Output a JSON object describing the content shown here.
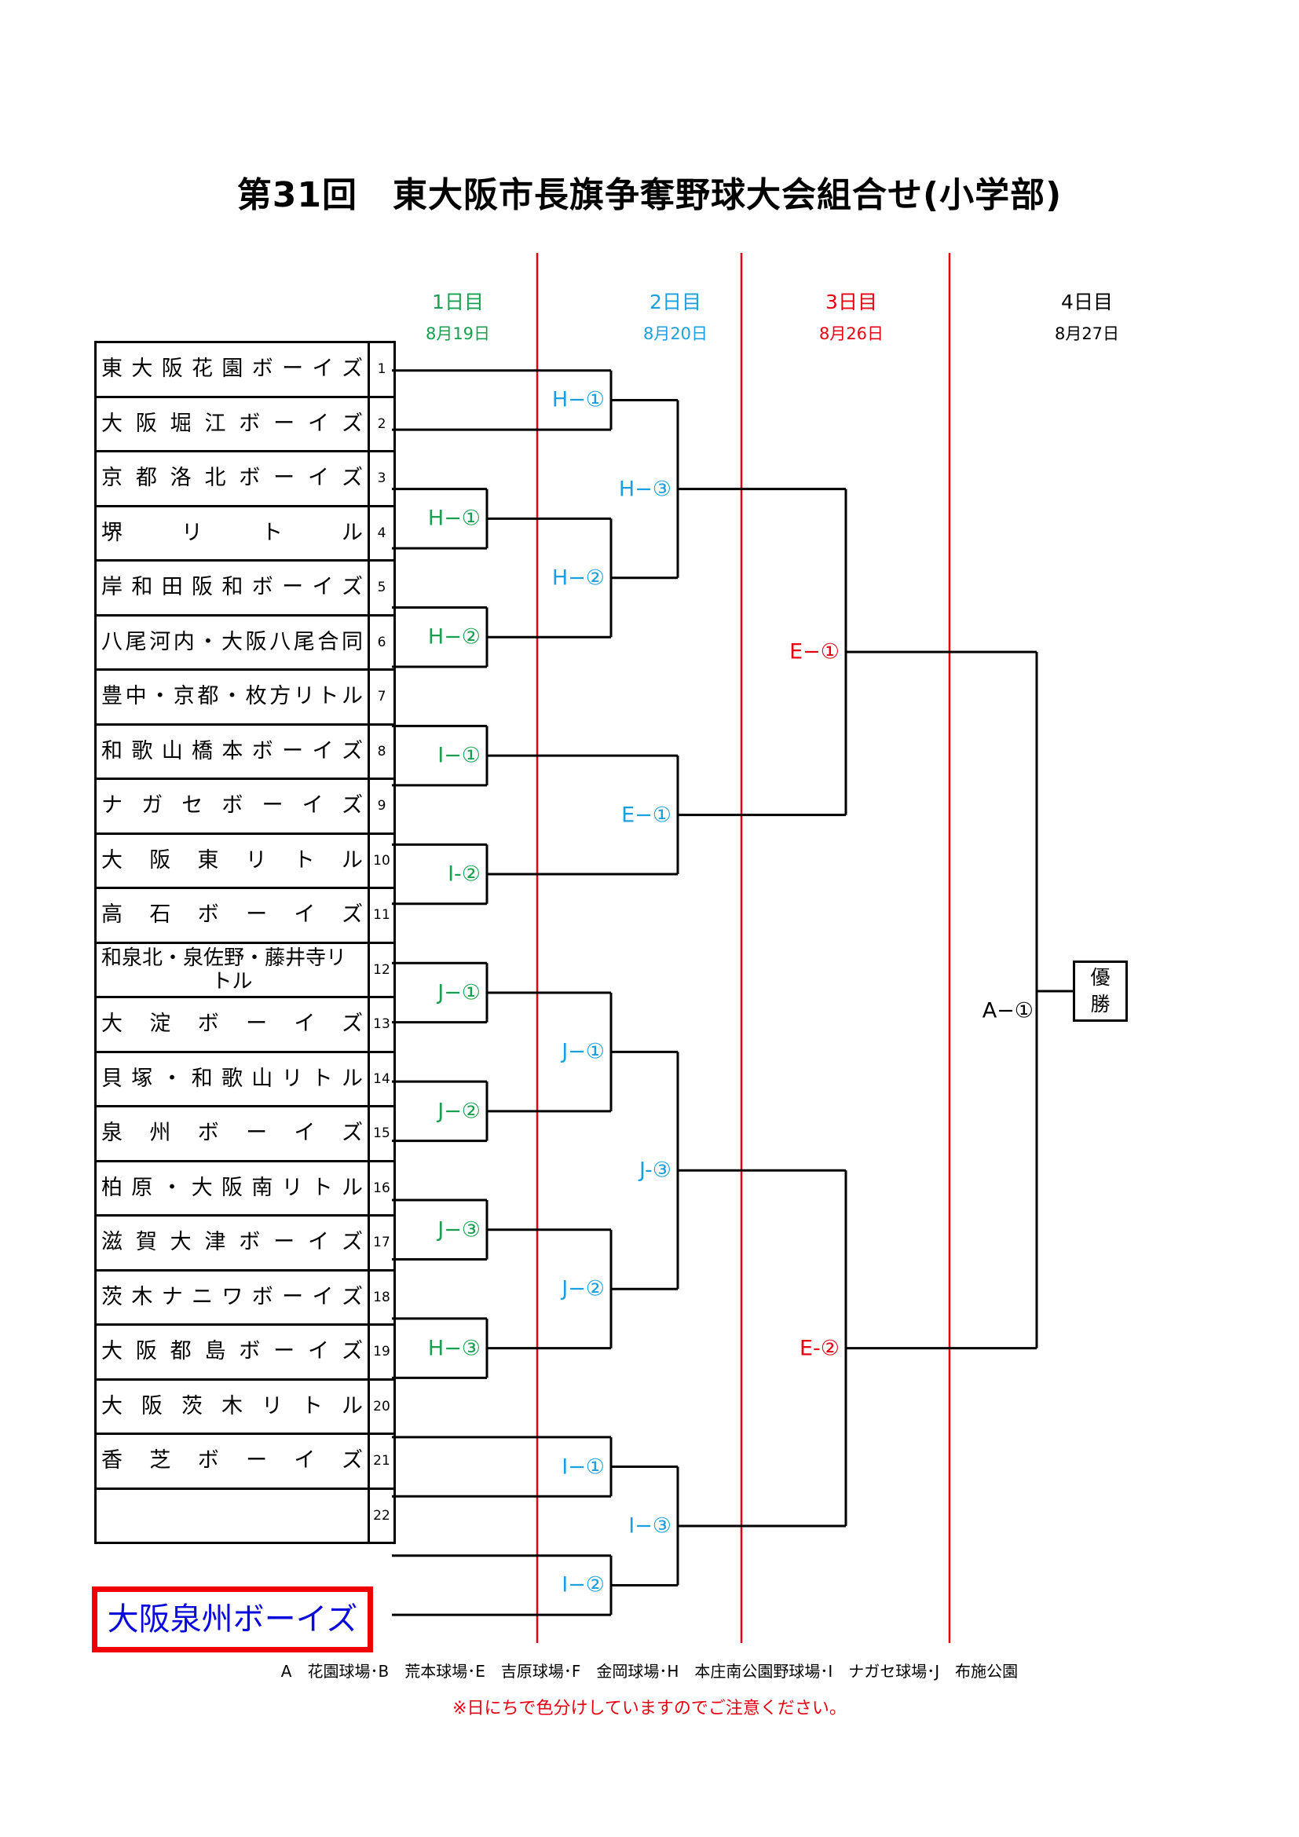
{
  "title": "第31回　東大阪市長旗争奪野球大会組合せ(小学部)",
  "colors": {
    "day1": "#17a050",
    "day2": "#1aa0e0",
    "day3": "#e60012",
    "day4": "#000000",
    "divider": "#e60012",
    "highlight_border": "#f00000",
    "highlight_text": "#0a0adc"
  },
  "days": [
    {
      "label": "1日目",
      "date": "8月19日"
    },
    {
      "label": "2日目",
      "date": "8月20日"
    },
    {
      "label": "3日目",
      "date": "8月26日"
    },
    {
      "label": "4日目",
      "date": "8月27日"
    }
  ],
  "teams": [
    {
      "num": "1",
      "name": "東大阪花園ボーイズ"
    },
    {
      "num": "2",
      "name": "大阪堀江ボーイズ"
    },
    {
      "num": "3",
      "name": "京都洛北ボーイズ"
    },
    {
      "num": "4",
      "name": "堺リトル"
    },
    {
      "num": "5",
      "name": "岸和田阪和ボーイズ"
    },
    {
      "num": "6",
      "name": "八尾河内・大阪八尾合同"
    },
    {
      "num": "7",
      "name": "豊中・京都・枚方リトル"
    },
    {
      "num": "8",
      "name": "和歌山橋本ボーイズ"
    },
    {
      "num": "9",
      "name": "ナガセボーイズ"
    },
    {
      "num": "10",
      "name": "大阪東リトル"
    },
    {
      "num": "11",
      "name": "高石ボーイズ"
    },
    {
      "num": "12",
      "name": "和泉北・泉佐野・藤井寺リトル"
    },
    {
      "num": "13",
      "name": "大淀ボーイズ"
    },
    {
      "num": "14",
      "name": "貝塚・和歌山リトル"
    },
    {
      "num": "15",
      "name": "泉州ボーイズ"
    },
    {
      "num": "16",
      "name": "柏原・大阪南リトル"
    },
    {
      "num": "17",
      "name": "滋賀大津ボーイズ"
    },
    {
      "num": "18",
      "name": "茨木ナニワボーイズ"
    },
    {
      "num": "19",
      "name": "大阪都島ボーイズ"
    },
    {
      "num": "20",
      "name": "大阪茨木リトル"
    },
    {
      "num": "21",
      "name": "香芝ボーイズ"
    },
    {
      "num": "22",
      "name": "大阪泉州ボーイズ",
      "highlighted": true
    }
  ],
  "matches": {
    "day1": [
      {
        "id": "d1-h1",
        "label": "H−①",
        "teams": [
          "3",
          "4"
        ]
      },
      {
        "id": "d1-h2",
        "label": "H−②",
        "teams": [
          "5",
          "6"
        ]
      },
      {
        "id": "d1-i1",
        "label": "I−①",
        "teams": [
          "7",
          "8"
        ]
      },
      {
        "id": "d1-i2",
        "label": "I-②",
        "teams": [
          "9",
          "10"
        ]
      },
      {
        "id": "d1-j1",
        "label": "J−①",
        "teams": [
          "11",
          "12"
        ]
      },
      {
        "id": "d1-j2",
        "label": "J−②",
        "teams": [
          "13",
          "14"
        ]
      },
      {
        "id": "d1-j3",
        "label": "J−③",
        "teams": [
          "15",
          "16"
        ]
      },
      {
        "id": "d1-h3",
        "label": "H−③",
        "teams": [
          "17",
          "18"
        ]
      }
    ],
    "day2_first": [
      {
        "id": "d2-h1",
        "label": "H−①",
        "from": [
          "t1",
          "t2"
        ]
      },
      {
        "id": "d2-h2",
        "label": "H−②",
        "from": [
          "d1-h1",
          "d1-h2"
        ]
      },
      {
        "id": "d2-j1",
        "label": "J−①",
        "from": [
          "d1-j1",
          "d1-j2"
        ]
      },
      {
        "id": "d2-j2",
        "label": "J−②",
        "from": [
          "d1-j3",
          "d1-h3"
        ]
      },
      {
        "id": "d2-i1",
        "label": "I−①",
        "from": [
          "t19",
          "t20"
        ]
      },
      {
        "id": "d2-i2",
        "label": "I−②",
        "from": [
          "t21",
          "t22"
        ]
      }
    ],
    "day2_second": [
      {
        "id": "d2-h3",
        "label": "H−③",
        "from": [
          "d2-h1",
          "d2-h2"
        ]
      },
      {
        "id": "d2-e1",
        "label": "E−①",
        "from": [
          "d1-i1",
          "d1-i2"
        ]
      },
      {
        "id": "d2-j3",
        "label": "J-③",
        "from": [
          "d2-j1",
          "d2-j2"
        ]
      },
      {
        "id": "d2-i3",
        "label": "I−③",
        "from": [
          "d2-i1",
          "d2-i2"
        ]
      }
    ],
    "day3": [
      {
        "id": "d3-e1",
        "label": "E−①",
        "from": [
          "d2-h3",
          "d2-e1"
        ]
      },
      {
        "id": "d3-e2",
        "label": "E-②",
        "from": [
          "d2-j3",
          "d2-i3"
        ]
      }
    ],
    "day4": [
      {
        "id": "d4-a1",
        "label": "A−①",
        "from": [
          "d3-e1",
          "d3-e2"
        ]
      }
    ]
  },
  "winner_label": [
    "優",
    "勝"
  ],
  "footer": {
    "venues": "A　花園球場･B　荒本球場･E　吉原球場･F　金岡球場･H　本庄南公園野球場･I　ナガセ球場･J　布施公園",
    "note": "※日にちで色分けしていますのでご注意ください。"
  }
}
